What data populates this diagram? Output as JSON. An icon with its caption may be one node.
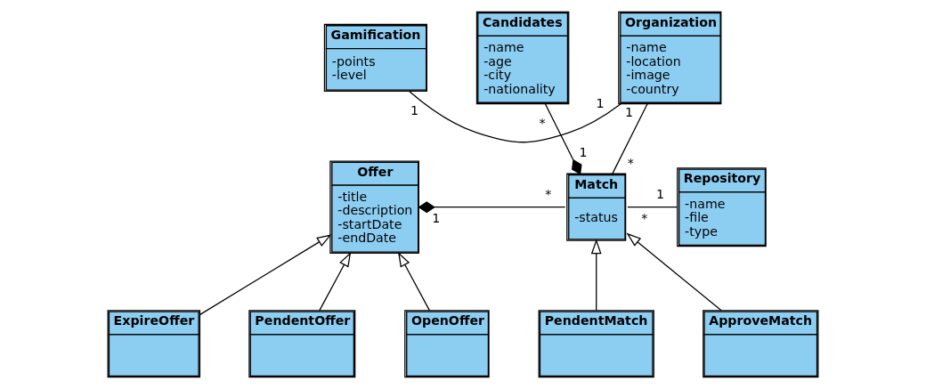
{
  "diagram": {
    "nodes": [
      {
        "text": [
          "Gamification",
          "-points",
          "-level"
        ]
      },
      {
        "text": [
          "Organization",
          "-name",
          "-location",
          "-image",
          "-country"
        ]
      },
      {
        "text": [
          "Candidates",
          "-name",
          "-age",
          "-city",
          "-nationality"
        ]
      },
      {
        "text": [
          "Offer",
          "-title",
          "-description",
          "-startDate",
          "-endDate"
        ]
      },
      {
        "text": [
          "Match",
          "-status"
        ]
      },
      {
        "text": [
          "Repository",
          "-name",
          "-file",
          "-type"
        ]
      },
      {
        "text": [
          "ExpireOffer"
        ]
      },
      {
        "text": [
          "PendentOffer"
        ]
      },
      {
        "text": [
          "OpenOffer"
        ]
      },
      {
        "text": [
          "PendentMatch"
        ]
      },
      {
        "text": [
          "ApproveMatch"
        ]
      }
    ],
    "edges": [
      {
        "from": 0,
        "to": 1,
        "arrow": "none"
      },
      {
        "from": 4,
        "to": 1,
        "arrow": "none"
      },
      {
        "from": 4,
        "to": 2,
        "arrow": "other"
      },
      {
        "from": 3,
        "to": 4,
        "arrow": "other"
      },
      {
        "from": 4,
        "to": 5,
        "arrow": "none"
      },
      {
        "from": 6,
        "to": 3,
        "arrow": "to"
      },
      {
        "from": 7,
        "to": 3,
        "arrow": "to"
      },
      {
        "from": 8,
        "to": 3,
        "arrow": "to"
      },
      {
        "from": 9,
        "to": 4,
        "arrow": "to"
      },
      {
        "from": 10,
        "to": 4,
        "arrow": "to"
      }
    ],
    "labels": [
      "1",
      "1",
      "1",
      "*",
      "1",
      "1",
      "*",
      "*",
      "*",
      "1"
    ]
  }
}
